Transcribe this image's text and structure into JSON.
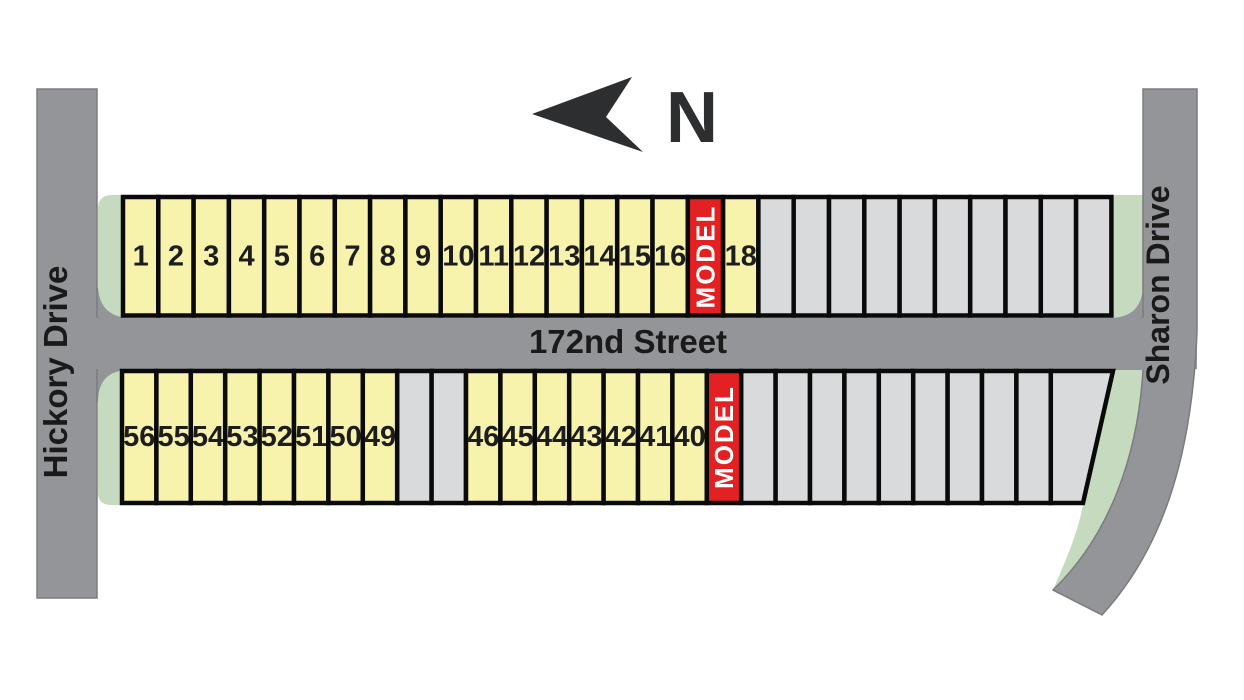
{
  "title": "Subdivision lot availability site plan",
  "north_indicator": {
    "label": "N"
  },
  "streets": {
    "left_label": "Hickory Drive",
    "right_label": "Sharon Drive",
    "center_label": "172nd Street"
  },
  "colors": {
    "road": "#939598",
    "road_outline": "#7a7c7f",
    "green_strip": "#c6dac0",
    "available": "#f8f3ac",
    "unavailable": "#d9dadb",
    "model": "#e32122",
    "lot_border": "#0a0a0a",
    "lot_text": "#1d1d1f"
  },
  "rows": {
    "north": {
      "lots": [
        {
          "label": "1",
          "status": "available"
        },
        {
          "label": "2",
          "status": "available"
        },
        {
          "label": "3",
          "status": "available"
        },
        {
          "label": "4",
          "status": "available"
        },
        {
          "label": "5",
          "status": "available"
        },
        {
          "label": "6",
          "status": "available"
        },
        {
          "label": "7",
          "status": "available"
        },
        {
          "label": "8",
          "status": "available"
        },
        {
          "label": "9",
          "status": "available"
        },
        {
          "label": "10",
          "status": "available"
        },
        {
          "label": "11",
          "status": "available"
        },
        {
          "label": "12",
          "status": "available"
        },
        {
          "label": "13",
          "status": "available"
        },
        {
          "label": "14",
          "status": "available"
        },
        {
          "label": "15",
          "status": "available"
        },
        {
          "label": "16",
          "status": "available"
        },
        {
          "label": "MODEL",
          "status": "model"
        },
        {
          "label": "18",
          "status": "available"
        },
        {
          "label": "",
          "status": "unavailable"
        },
        {
          "label": "",
          "status": "unavailable"
        },
        {
          "label": "",
          "status": "unavailable"
        },
        {
          "label": "",
          "status": "unavailable"
        },
        {
          "label": "",
          "status": "unavailable"
        },
        {
          "label": "",
          "status": "unavailable"
        },
        {
          "label": "",
          "status": "unavailable"
        },
        {
          "label": "",
          "status": "unavailable"
        },
        {
          "label": "",
          "status": "unavailable"
        },
        {
          "label": "",
          "status": "unavailable"
        }
      ]
    },
    "south": {
      "lots": [
        {
          "label": "56",
          "status": "available"
        },
        {
          "label": "55",
          "status": "available"
        },
        {
          "label": "54",
          "status": "available"
        },
        {
          "label": "53",
          "status": "available"
        },
        {
          "label": "52",
          "status": "available"
        },
        {
          "label": "51",
          "status": "available"
        },
        {
          "label": "50",
          "status": "available"
        },
        {
          "label": "49",
          "status": "available"
        },
        {
          "label": "",
          "status": "unavailable"
        },
        {
          "label": "",
          "status": "unavailable"
        },
        {
          "label": "46",
          "status": "available"
        },
        {
          "label": "45",
          "status": "available"
        },
        {
          "label": "44",
          "status": "available"
        },
        {
          "label": "43",
          "status": "available"
        },
        {
          "label": "42",
          "status": "available"
        },
        {
          "label": "41",
          "status": "available"
        },
        {
          "label": "40",
          "status": "available"
        },
        {
          "label": "MODEL",
          "status": "model"
        },
        {
          "label": "",
          "status": "unavailable"
        },
        {
          "label": "",
          "status": "unavailable"
        },
        {
          "label": "",
          "status": "unavailable"
        },
        {
          "label": "",
          "status": "unavailable"
        },
        {
          "label": "",
          "status": "unavailable"
        },
        {
          "label": "",
          "status": "unavailable"
        },
        {
          "label": "",
          "status": "unavailable"
        },
        {
          "label": "",
          "status": "unavailable"
        },
        {
          "label": "",
          "status": "unavailable"
        },
        {
          "label": "",
          "status": "unavailable"
        }
      ]
    }
  }
}
